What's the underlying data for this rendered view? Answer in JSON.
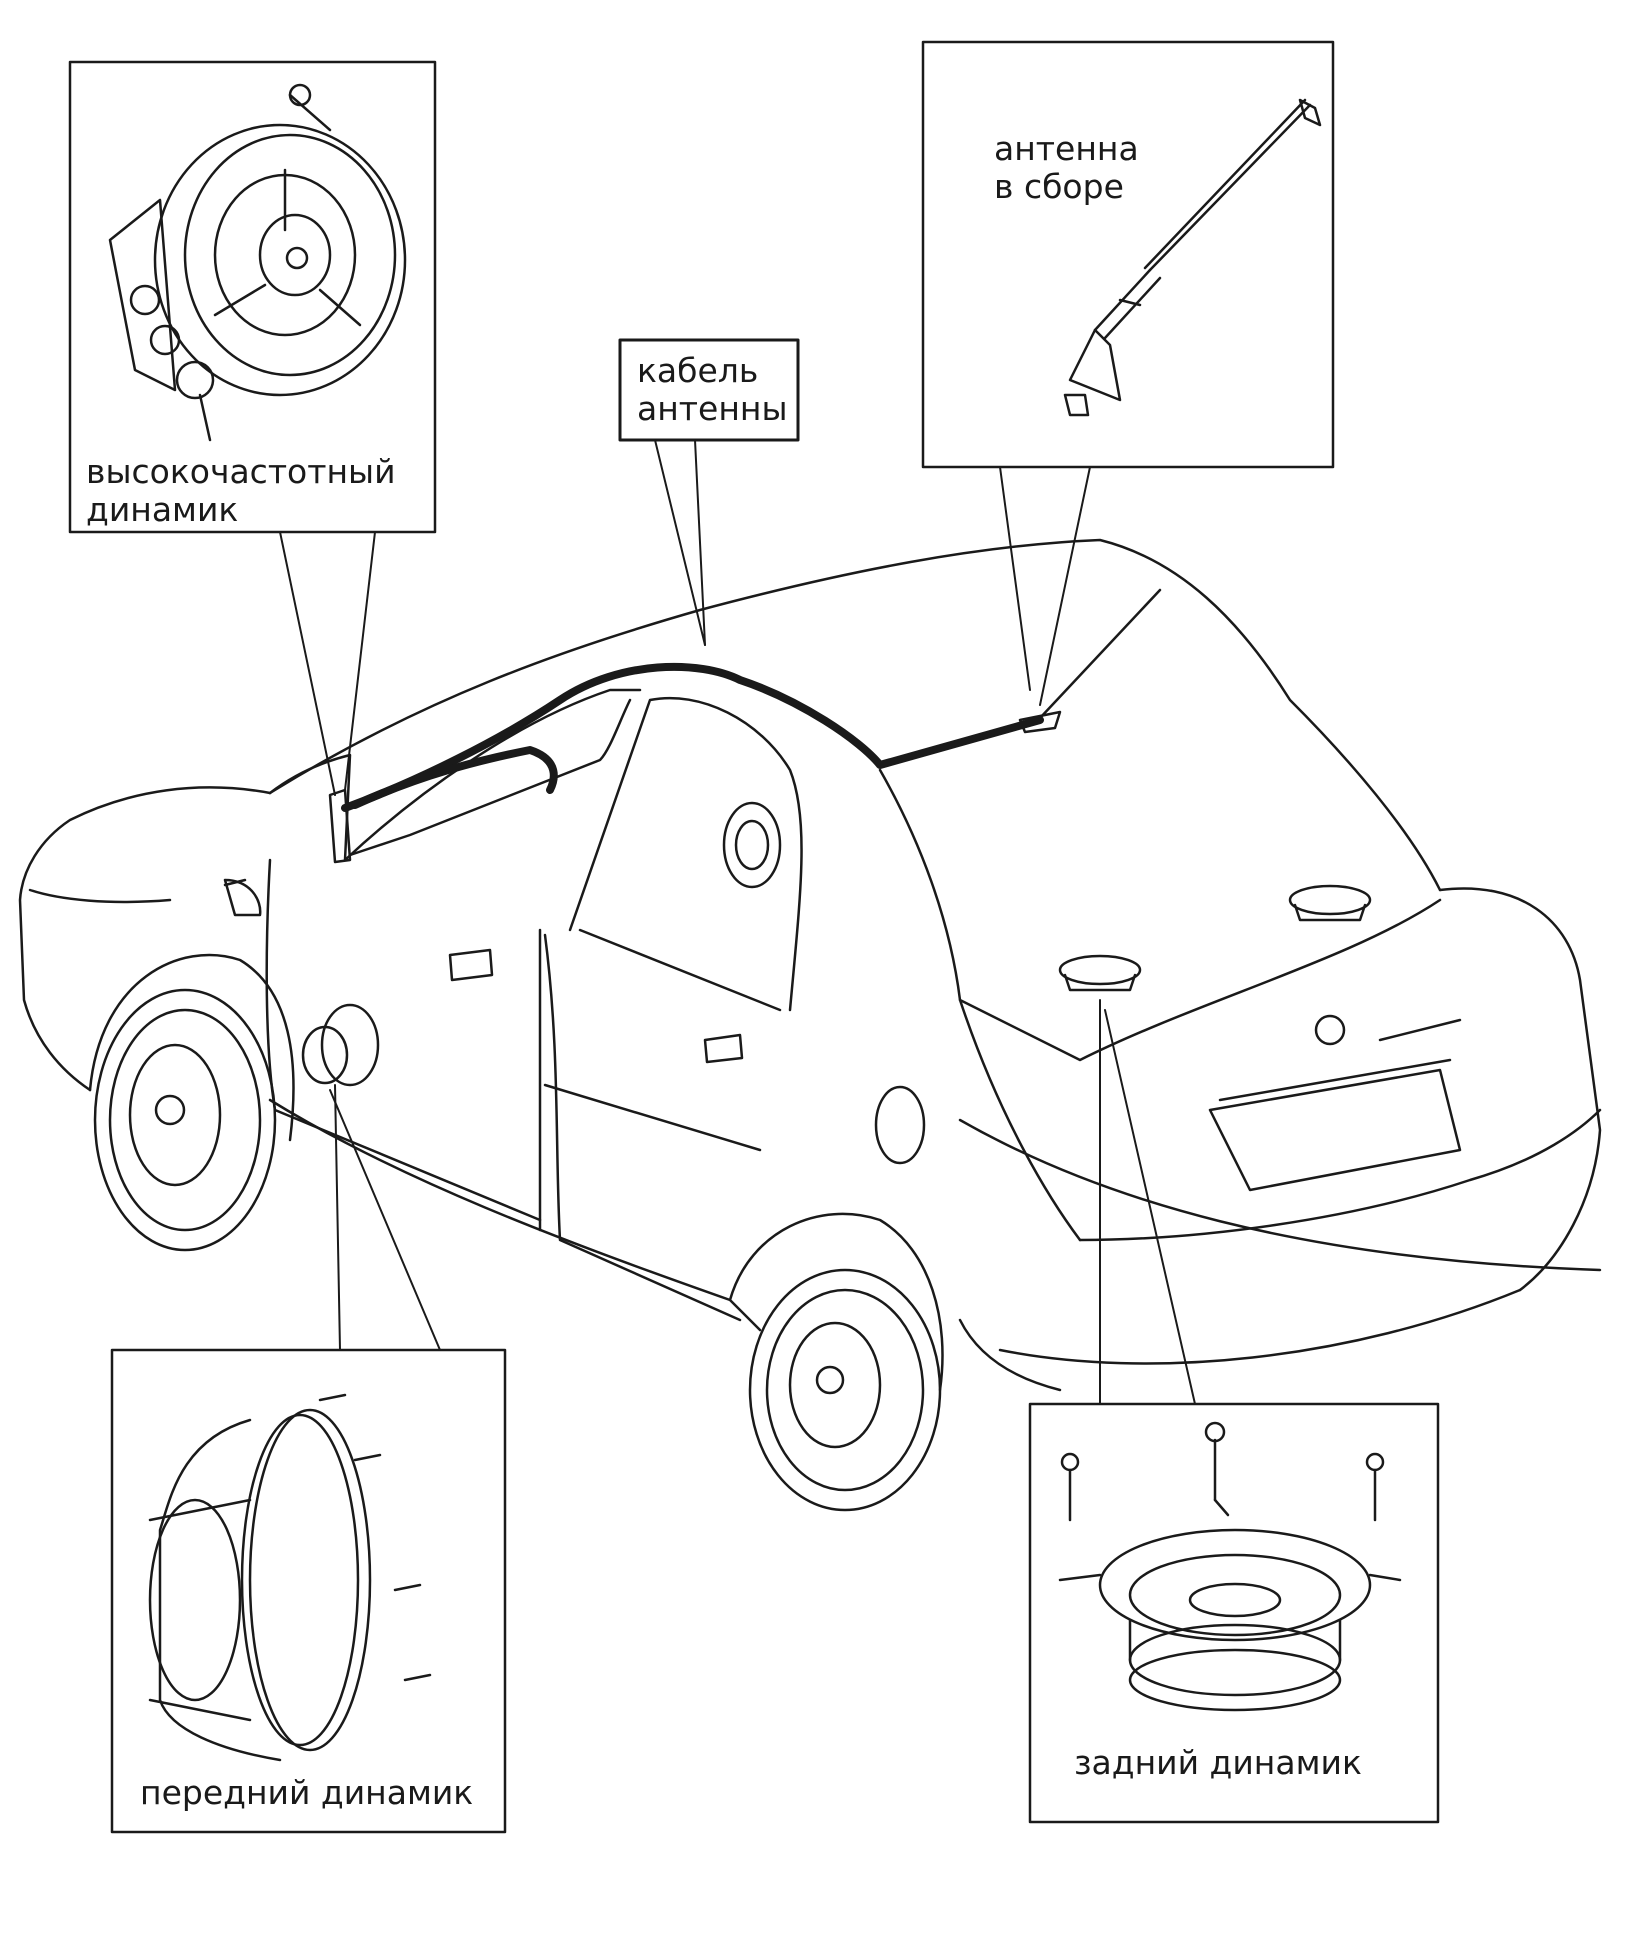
{
  "diagram": {
    "labels": {
      "tweeter": [
        "высокочастотный",
        "динамик"
      ],
      "antenna_cable": [
        "кабель",
        "антенны"
      ],
      "antenna_assembly": [
        "антенна",
        "в сборе"
      ],
      "front_speaker": [
        "передний динамик"
      ],
      "rear_speaker": [
        "задний динамик"
      ]
    },
    "colors": {
      "line": "#1a1a1a",
      "background": "#ffffff"
    }
  }
}
